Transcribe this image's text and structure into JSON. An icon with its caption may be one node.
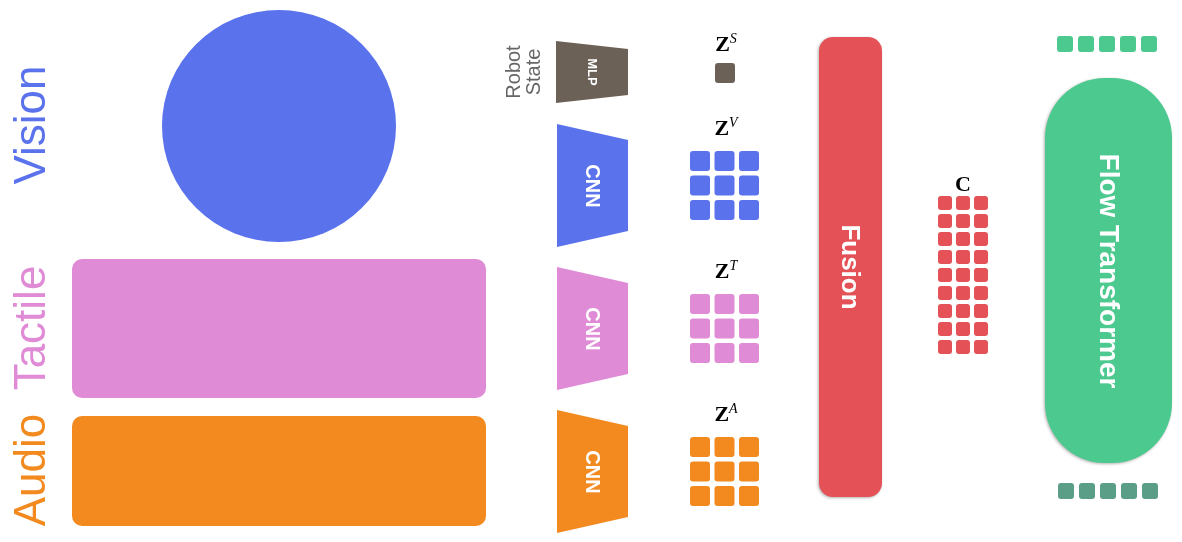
{
  "diagram": {
    "nodes": [
      {
        "text": [],
        "shape": "circle",
        "beside": [
          "Vision"
        ]
      },
      {
        "text": [],
        "shape": "box",
        "beside": [
          "Tactile"
        ]
      },
      {
        "text": [],
        "shape": "box",
        "beside": [
          "Audio"
        ]
      },
      {
        "text": [
          "MLP"
        ],
        "beside": [
          "Robot State"
        ]
      },
      {
        "text": [
          "CNN"
        ]
      },
      {
        "text": [
          "CNN"
        ]
      },
      {
        "text": [
          "CNN"
        ]
      },
      {
        "text": [],
        "shape": "box",
        "beside": [
          "**Z**$^{S}$"
        ]
      },
      {
        "text": [],
        "shape": "box",
        "beside": [
          "**Z**$^{V}$"
        ]
      },
      {
        "text": [],
        "shape": "box",
        "beside": [
          "**Z**$^{T}$"
        ]
      },
      {
        "text": [],
        "shape": "box",
        "beside": [
          "**Z**$^{A}$"
        ]
      },
      {
        "text": [
          "Fusion"
        ]
      },
      {
        "text": [],
        "shape": "box",
        "beside": [
          "C"
        ]
      },
      {
        "text": [],
        "shape": "box"
      },
      {
        "text": [
          "Flow Transformer"
        ]
      },
      {
        "text": [],
        "shape": "box"
      }
    ]
  }
}
